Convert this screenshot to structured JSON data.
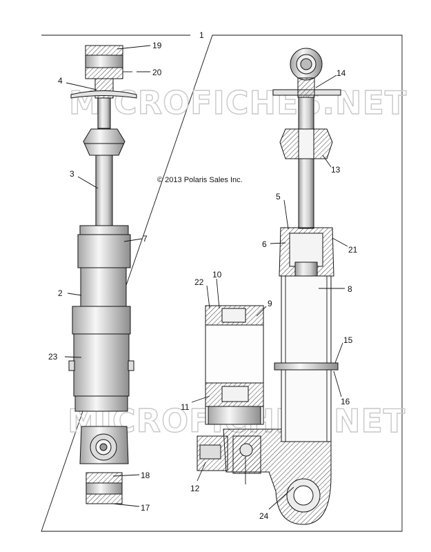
{
  "copyright": "© 2013 Polaris Sales Inc.",
  "watermark": "MICROFICHES.NET",
  "callouts": [
    {
      "id": "c1",
      "text": "1"
    },
    {
      "id": "c2",
      "text": "2"
    },
    {
      "id": "c3",
      "text": "3"
    },
    {
      "id": "c4",
      "text": "4"
    },
    {
      "id": "c5",
      "text": "5"
    },
    {
      "id": "c6",
      "text": "6"
    },
    {
      "id": "c7",
      "text": "7"
    },
    {
      "id": "c8",
      "text": "8"
    },
    {
      "id": "c9",
      "text": "9"
    },
    {
      "id": "c10",
      "text": "10"
    },
    {
      "id": "c11",
      "text": "11"
    },
    {
      "id": "c12",
      "text": "12"
    },
    {
      "id": "c13",
      "text": "13"
    },
    {
      "id": "c14",
      "text": "14"
    },
    {
      "id": "c15",
      "text": "15"
    },
    {
      "id": "c16",
      "text": "16"
    },
    {
      "id": "c17",
      "text": "17"
    },
    {
      "id": "c18",
      "text": "18"
    },
    {
      "id": "c19",
      "text": "19"
    },
    {
      "id": "c20",
      "text": "20"
    },
    {
      "id": "c21",
      "text": "21"
    },
    {
      "id": "c22",
      "text": "22"
    },
    {
      "id": "c23",
      "text": "23"
    },
    {
      "id": "c24",
      "text": "24"
    }
  ]
}
